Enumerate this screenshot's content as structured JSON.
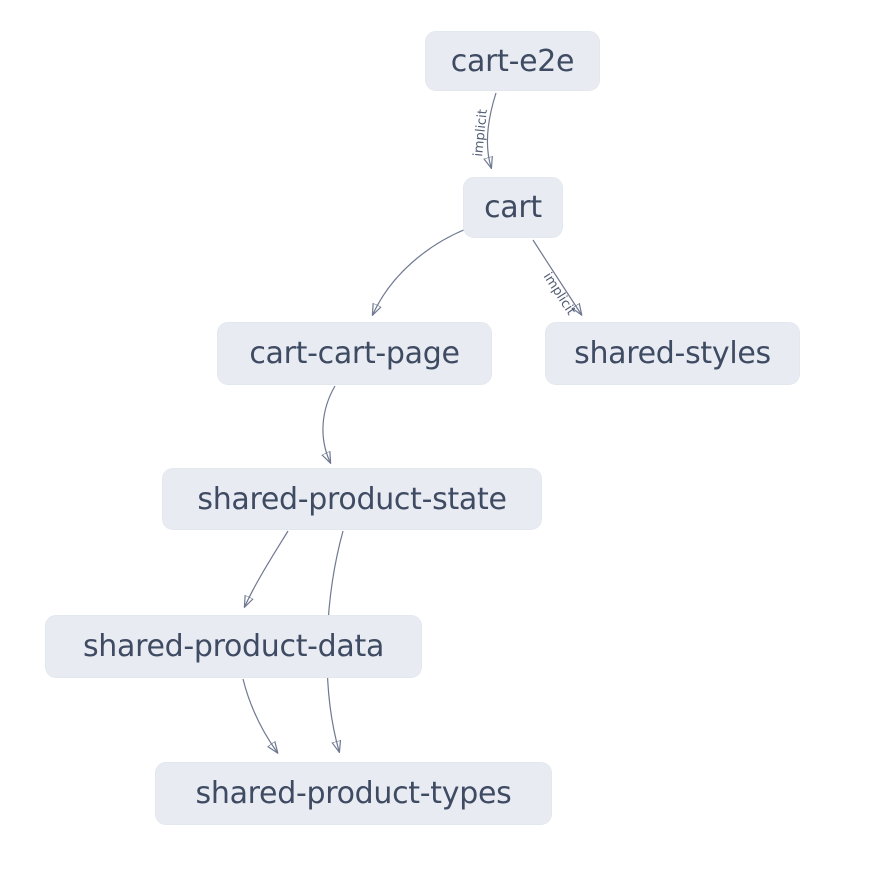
{
  "diagram": {
    "type": "dependency-graph",
    "background_color": "#ffffff",
    "node_fill_color": "#e8ecf2",
    "node_text_color": "#3f4b63",
    "edge_color": "#6e7890",
    "arrow_color": "#515d75",
    "edge_label_color": "#525e76",
    "nodes": [
      {
        "id": "cart-e2e",
        "label": "cart-e2e"
      },
      {
        "id": "cart",
        "label": "cart"
      },
      {
        "id": "cart-cart-page",
        "label": "cart-cart-page"
      },
      {
        "id": "shared-styles",
        "label": "shared-styles"
      },
      {
        "id": "shared-product-state",
        "label": "shared-product-state"
      },
      {
        "id": "shared-product-data",
        "label": "shared-product-data"
      },
      {
        "id": "shared-product-types",
        "label": "shared-product-types"
      }
    ],
    "edges": [
      {
        "from": "cart-e2e",
        "to": "cart",
        "label": "implicit"
      },
      {
        "from": "cart",
        "to": "cart-cart-page",
        "label": ""
      },
      {
        "from": "cart",
        "to": "shared-styles",
        "label": "implicit"
      },
      {
        "from": "cart-cart-page",
        "to": "shared-product-state",
        "label": ""
      },
      {
        "from": "shared-product-state",
        "to": "shared-product-data",
        "label": ""
      },
      {
        "from": "shared-product-state",
        "to": "shared-product-types",
        "label": ""
      },
      {
        "from": "shared-product-data",
        "to": "shared-product-types",
        "label": ""
      }
    ]
  }
}
